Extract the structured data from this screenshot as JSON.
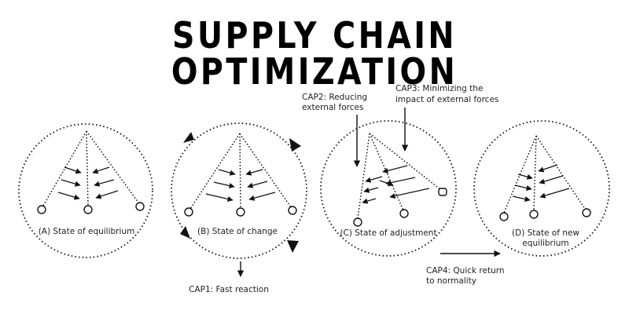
{
  "title": "SUPPLY CHAIN OPTIMIZATION",
  "colors": {
    "ink": "#111111",
    "text": "#222222",
    "background": "#ffffff"
  },
  "states": [
    {
      "label": "(A) State of equilibrium"
    },
    {
      "label": "(B) State of change"
    },
    {
      "label": "(C) State of adjustment"
    },
    {
      "label_line1": "(D) State of new",
      "label_line2": "equilibrium"
    }
  ],
  "caps": [
    {
      "label": "CAP1: Fast reaction"
    },
    {
      "label_line1": "CAP2: Reducing",
      "label_line2": "external forces"
    },
    {
      "label_line1": "CAP3: Minimizing the",
      "label_line2": "impact of external forces"
    },
    {
      "label_line1": "CAP4: Quick return",
      "label_line2": "to normality"
    }
  ]
}
